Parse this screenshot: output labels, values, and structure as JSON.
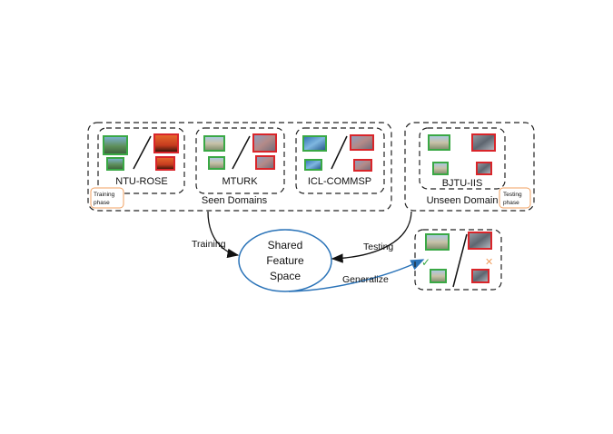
{
  "seen_domains": {
    "label": "Seen Domains",
    "datasets": [
      {
        "name": "NTU-ROSE"
      },
      {
        "name": "MTURK"
      },
      {
        "name": "ICL-COMMSP"
      }
    ]
  },
  "unseen_domain": {
    "label": "Unseen Domain",
    "dataset": "BJTU-IIS"
  },
  "phases": {
    "training": "Training phase",
    "testing": "Testing phase"
  },
  "center": {
    "line1": "Shared",
    "line2": "Feature",
    "line3": "Space"
  },
  "arrows": {
    "training": "Training",
    "testing": "Testing",
    "generalize": "Generalize"
  },
  "result_marks": {
    "correct": "✓",
    "wrong": "✕"
  },
  "colors": {
    "real_border": "#3aa845",
    "fake_border": "#d9252a",
    "ellipse": "#2a73b8",
    "generalize_arrow": "#2a73b8",
    "phase_box": "#f0a060",
    "check": "#3aa845",
    "cross": "#f0a060"
  }
}
